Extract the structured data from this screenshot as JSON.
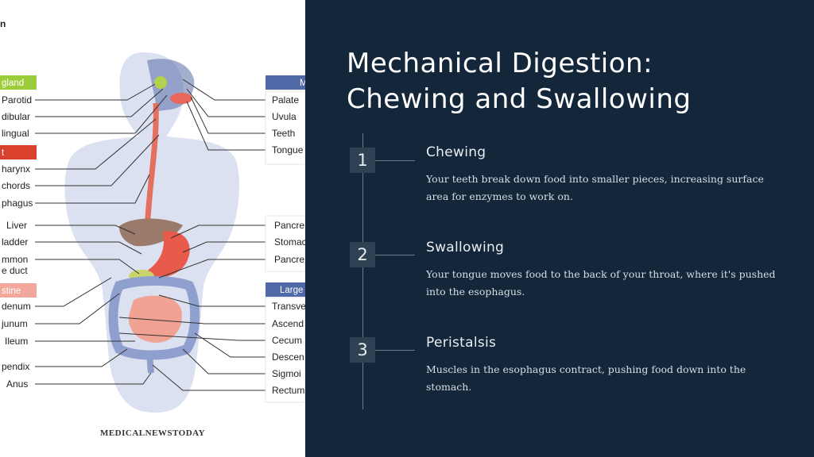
{
  "diagram": {
    "title_fragment": "n",
    "salivary_header": "gland",
    "salivary_items": [
      "Parotid",
      "dibular",
      "lingual"
    ],
    "throat_header": "t",
    "throat_items": [
      "harynx",
      "chords",
      "phagus"
    ],
    "organ_left_items": [
      "Liver",
      "ladder",
      "mmon",
      "e duct"
    ],
    "small_int_header": "stine",
    "small_int_items": [
      "denum",
      "junum",
      "Ileum",
      "pendix",
      "Anus"
    ],
    "mouth_header": "M",
    "mouth_items": [
      "Palate",
      "Uvula",
      "Teeth",
      "Tongue"
    ],
    "organ_right_items": [
      "Pancre",
      "Stomac",
      "Pancre"
    ],
    "large_int_header": "Large",
    "large_int_items": [
      "Transve",
      "Ascend",
      "Cecum",
      "Descen",
      "Sigmoi",
      "Rectum"
    ],
    "logo": "MEDICALNEWSTODAY"
  },
  "slide": {
    "title_line1": "Mechanical Digestion:",
    "title_line2": "Chewing and Swallowing",
    "steps": [
      {
        "num": "1",
        "heading": "Chewing",
        "body": "Your teeth break down food into smaller pieces, increasing surface area for enzymes to work on."
      },
      {
        "num": "2",
        "heading": "Swallowing",
        "body": "Your tongue moves food to the back of your throat, where it's pushed into the esophagus."
      },
      {
        "num": "3",
        "heading": "Peristalsis",
        "body": "Muscles in the esophagus contract, pushing food down into the stomach."
      }
    ]
  },
  "colors": {
    "background_dark": "#13263a",
    "number_box": "#2f4254",
    "salivary_header": "#9ccc3c",
    "throat_header": "#d9412e",
    "small_intestine_header": "#f2a79a",
    "mouth_header": "#4f6aa6",
    "large_intestine_header": "#4f6aa6"
  }
}
